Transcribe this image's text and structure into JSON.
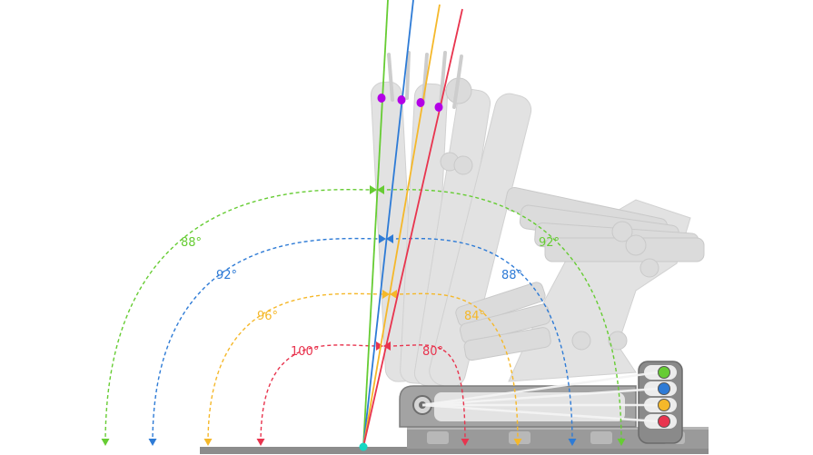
{
  "diagram": {
    "colors": {
      "green": "#66cc33",
      "blue": "#2e7bd6",
      "yellow": "#f5b82a",
      "red": "#e8344e",
      "magenta": "#b300e6",
      "pivot": "#18d6c2",
      "base": "#8c8c8c"
    },
    "angle_pairs": [
      {
        "color": "green",
        "left": "88°",
        "right": "92°"
      },
      {
        "color": "blue",
        "left": "92°",
        "right": "88°"
      },
      {
        "color": "yellow",
        "left": "96°",
        "right": "84°"
      },
      {
        "color": "red",
        "left": "100°",
        "right": "80°"
      }
    ],
    "legend_dots": [
      "green",
      "blue",
      "yellow",
      "red"
    ]
  }
}
